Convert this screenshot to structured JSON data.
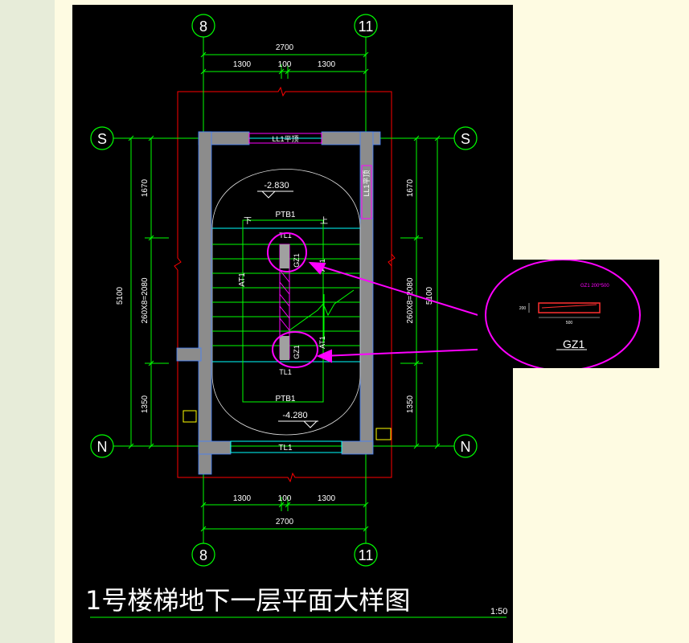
{
  "drawing": {
    "title": "1号楼梯地下一层平面大样图",
    "scale": "1:50",
    "axes": {
      "col_left": "8",
      "col_right": "11",
      "row_top": "S",
      "row_bottom": "N"
    },
    "dims_horizontal": {
      "total": "2700",
      "left": "1300",
      "mid": "100",
      "right": "1300"
    },
    "dims_vertical": {
      "total": "5100",
      "top": "1670",
      "middle": "260X8=2080",
      "bottom": "1350"
    },
    "labels": {
      "lintel_top": "LL1平顶",
      "lintel_side": "LL1平顶",
      "ptb_top": "PTB1",
      "ptb_bottom": "PTB1",
      "tl_top": "TL1",
      "tl_mid": "TL1",
      "tl_bottom": "TL1",
      "at1_left": "AT1",
      "at1_right_top": "AT1",
      "at1_right_bottom": "AT1",
      "gz_top": "GZ1",
      "gz_bottom": "GZ1",
      "down": "下",
      "up": "上",
      "elev_top": "-2.830",
      "elev_bottom": "-4.280"
    }
  },
  "inset": {
    "callout": "GZ1",
    "note": "GZ1 200*500",
    "dim_h": "500",
    "dim_v": "200"
  },
  "colors": {
    "background": "#000000",
    "axis_circle": "#00ff00",
    "dimension": "#00ff00",
    "wall": "#8c8c8c",
    "break_line": "#ff0000",
    "annotation": "#ff00ff",
    "cyan": "#00ffff"
  }
}
